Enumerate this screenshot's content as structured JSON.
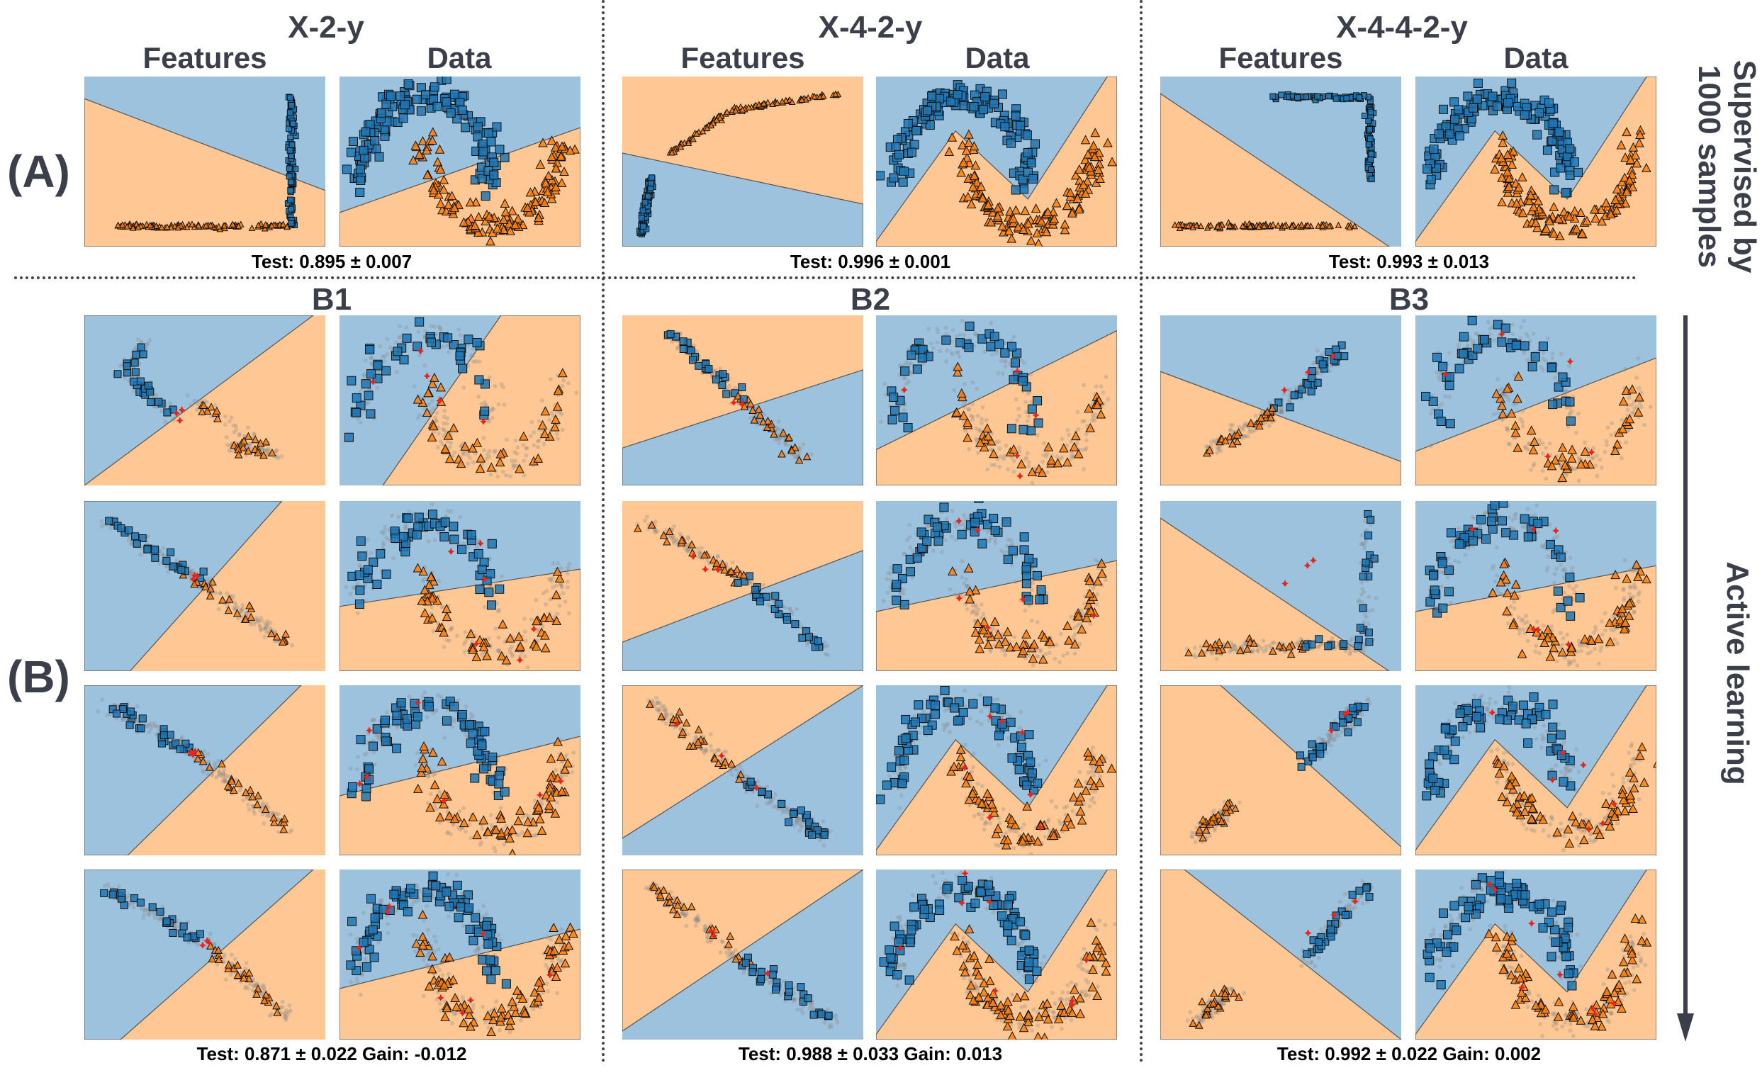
{
  "columns": [
    {
      "title": "X-2-y",
      "features_label": "Features",
      "data_label": "Data",
      "test_a": "Test: 0.895 ± 0.007",
      "group_b": "B1",
      "test_b": "Test: 0.871 ± 0.022 Gain: -0.012"
    },
    {
      "title": "X-4-2-y",
      "features_label": "Features",
      "data_label": "Data",
      "test_a": "Test: 0.996 ± 0.001",
      "group_b": "B2",
      "test_b": "Test: 0.988 ± 0.033 Gain: 0.013"
    },
    {
      "title": "X-4-4-2-y",
      "features_label": "Features",
      "data_label": "Data",
      "test_a": "Test: 0.993 ± 0.013",
      "group_b": "B3",
      "test_b": "Test: 0.992 ± 0.022 Gain: 0.002"
    }
  ],
  "row_labels": {
    "a": "(A)",
    "b": "(B)"
  },
  "side_labels": {
    "supervised": "Supervised by 1000 samples",
    "supervised_line1": "Supervised by",
    "supervised_line2": "1000 samples",
    "active": "Active learning"
  },
  "colors": {
    "class0_region": "#9cc2de",
    "class1_region": "#fec793",
    "class0_marker": "#1f77b4",
    "class1_marker": "#ff7f0e",
    "queried": "#e8241c",
    "unlabeled": "#888888"
  }
}
